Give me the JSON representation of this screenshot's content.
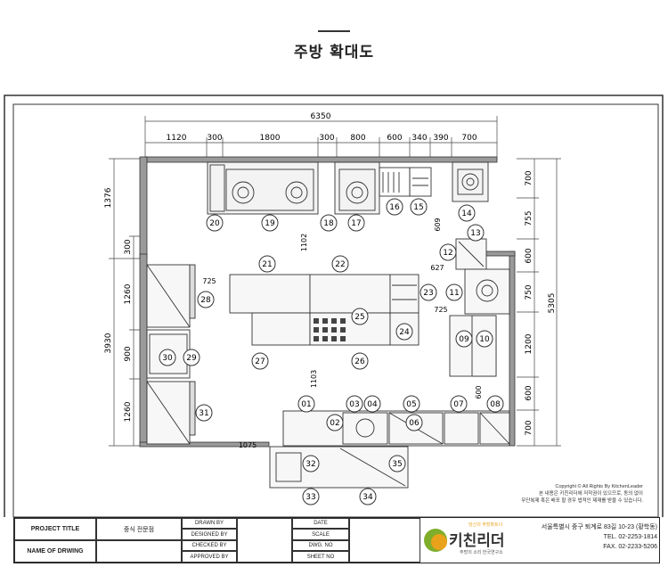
{
  "page": {
    "title": "주방 확대도"
  },
  "dims": {
    "total_width": "6350",
    "top_segments": [
      "1120",
      "300",
      "1800",
      "300",
      "800",
      "600",
      "340",
      "390",
      "700"
    ],
    "left_outer": [
      "1376",
      "3930"
    ],
    "left_inner": [
      "300",
      "1260",
      "900",
      "1260"
    ],
    "right_outer": "5305",
    "right_inner": [
      "700",
      "755",
      "600",
      "750",
      "1200",
      "600",
      "700"
    ],
    "inner": [
      "1102",
      "1103",
      "609",
      "627",
      "725",
      "725",
      "1075",
      "600"
    ]
  },
  "equipment_labels": [
    "01",
    "02",
    "03",
    "04",
    "05",
    "06",
    "07",
    "08",
    "09",
    "10",
    "11",
    "12",
    "13",
    "14",
    "15",
    "16",
    "17",
    "18",
    "19",
    "20",
    "21",
    "22",
    "23",
    "24",
    "25",
    "26",
    "27",
    "28",
    "29",
    "30",
    "31",
    "32",
    "33",
    "34",
    "35"
  ],
  "copyright": {
    "line1": "Copyright © All Rights By KitchenLeader",
    "line2": "본 내용은 키친리더에 저작권이 있으므로, 동의 없이",
    "line3": "무단복제 혹은 배포 할 경우 법적인 제재를 받을 수 있습니다."
  },
  "title_block": {
    "project_title_label": "PROJECT TITLE",
    "project_title_value": "중식 전문점",
    "drawing_name_label": "NAME OF DRWING",
    "drawn_by": "DRAWN BY",
    "designed_by": "DESIGNED BY",
    "checked_by": "CHECKED BY",
    "approved_by": "APPROVED BY",
    "date": "DATE",
    "scale": "SCALE",
    "dwg_no": "DWG. NO",
    "sheet_no": "SHEET NO",
    "logo_text": "키친리더",
    "logo_sub_top": "당신의 주방파트너",
    "logo_sub_bottom": "주방의 소리 한국연구소",
    "address": "서울특별시 중구 퇴계로 83길 10-23 (황학동)",
    "tel": "TEL. 02-2253-1814",
    "fax": "FAX. 02-2233-5206"
  }
}
